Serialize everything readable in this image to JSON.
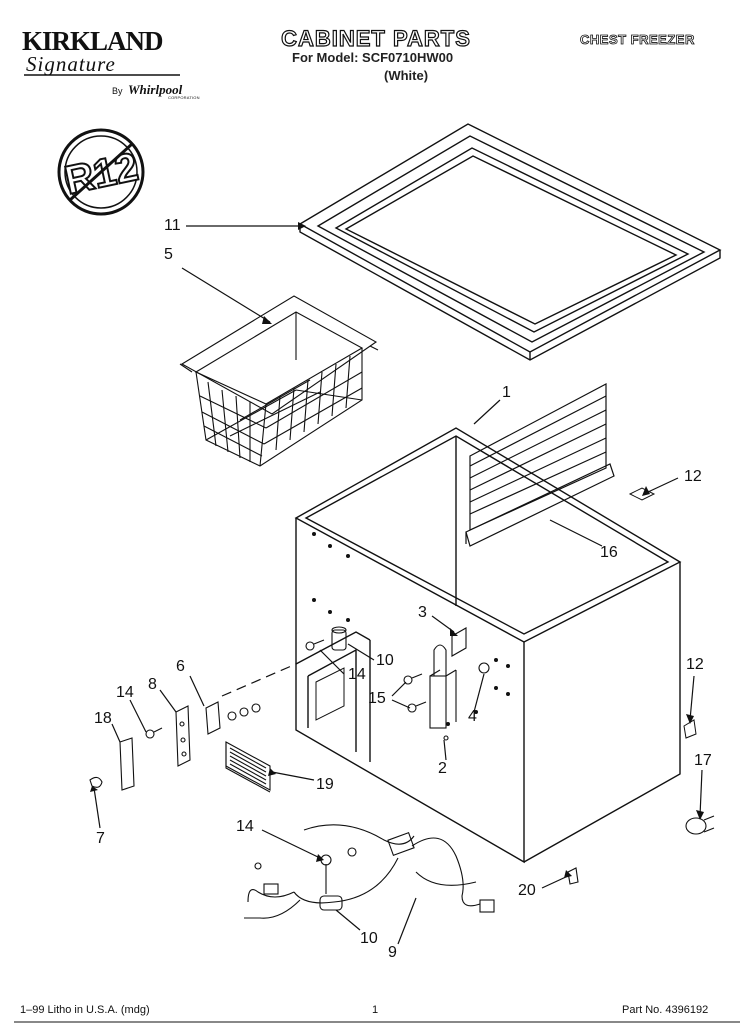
{
  "header": {
    "brand_name": "KIRKLAND",
    "brand_script": "Signature",
    "by": "By",
    "maker": "Whirlpool",
    "maker_sub": "CORPORATION",
    "title": "CABINET PARTS",
    "model_line": "For Model: SCF0710HW00",
    "color_line": "(White)",
    "product": "CHEST FREEZER"
  },
  "badge": {
    "text": "R12"
  },
  "callouts": [
    "11",
    "5",
    "1",
    "12",
    "16",
    "3",
    "6",
    "8",
    "14",
    "10",
    "14",
    "15",
    "4",
    "12",
    "18",
    "2",
    "19",
    "17",
    "7",
    "14",
    "20",
    "10",
    "9"
  ],
  "footer": {
    "left": "1–99 Litho in U.S.A. (mdg)",
    "page": "1",
    "part_no": "Part No. 4396192"
  }
}
